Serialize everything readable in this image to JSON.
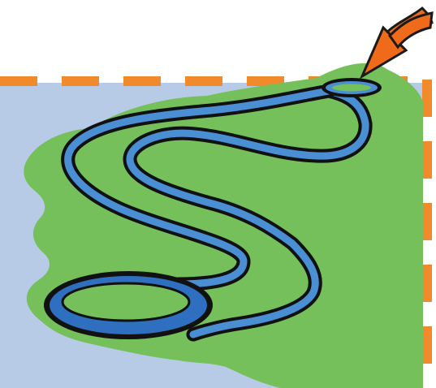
{
  "scene": {
    "description_items": [
      "pointer-arrow",
      "source-pond",
      "winding-river",
      "large-lake",
      "dashed-boundary"
    ],
    "colors": {
      "background": "#ffffff",
      "water_region": "#b7cbe6",
      "land": "#75c05a",
      "river_outline": "#111111",
      "river_fill": "#4a8fd3",
      "lake_fill": "#2f6fbf",
      "lake_inner_land": "#75c05a",
      "boundary_dash": "#f18a2a",
      "arrow_fill": "#ef6b1a",
      "arrow_outline": "#1a1a1a"
    },
    "icons": {
      "pointer": "curved-arrow-icon"
    }
  }
}
